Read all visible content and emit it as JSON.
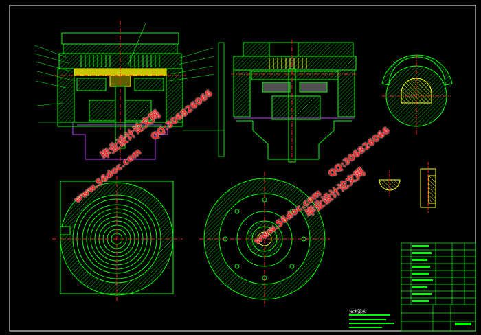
{
  "watermarks": {
    "site": "www.56doc.com",
    "brand": "毕业设计论文网",
    "qq": "QQ:306826066"
  },
  "notes_title": "技术要求",
  "colors": {
    "background": "#000000",
    "frame": "#ffffff",
    "outline": "#00ff00",
    "hatch": "#00c000",
    "centerline": "#ff2020",
    "purple": "#c040ff",
    "yellow": "#ffff00",
    "cyan": "#00ffff",
    "watermark": "#ff2020"
  }
}
